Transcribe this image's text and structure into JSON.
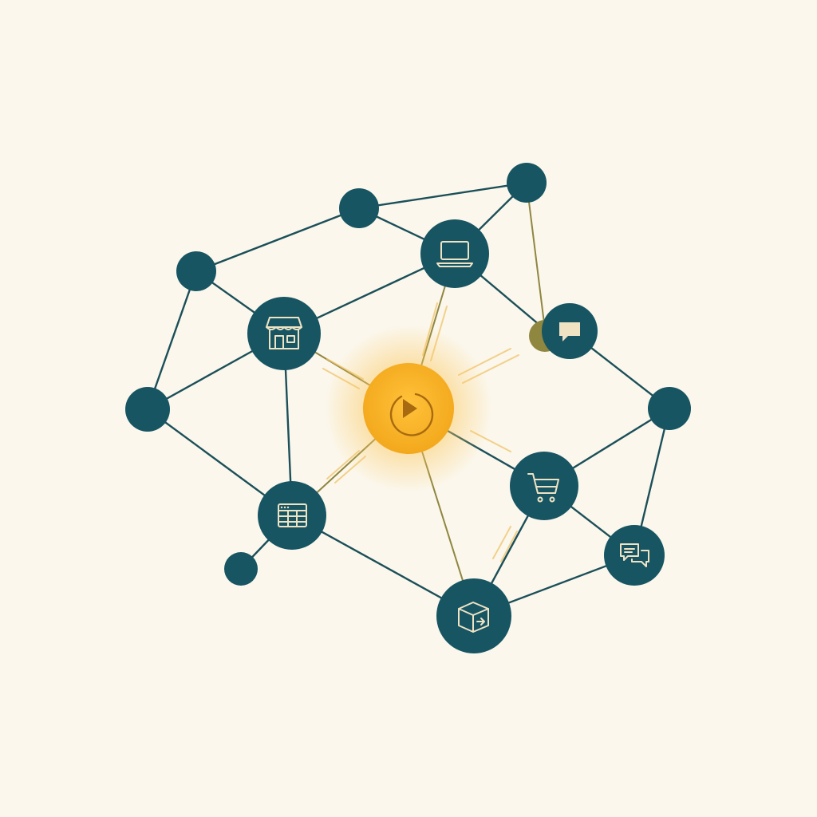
{
  "colors": {
    "background": "#fbf7ec",
    "node": "#175563",
    "edge": "#1b4f59",
    "hub": "#f5ac1f",
    "hub_glow": "#fbc860",
    "accent_node": "#8f8640",
    "icon_stroke": "#efe3c4"
  },
  "hub": {
    "icon": "play-icon"
  },
  "nodes": [
    {
      "id": "top-right-dot",
      "icon": null
    },
    {
      "id": "top-dot",
      "icon": null
    },
    {
      "id": "left-upper-dot",
      "icon": null
    },
    {
      "id": "laptop",
      "icon": "laptop-icon"
    },
    {
      "id": "store",
      "icon": "storefront-icon"
    },
    {
      "id": "chat",
      "icon": "chat-bubble-icon"
    },
    {
      "id": "left-dot",
      "icon": null
    },
    {
      "id": "right-dot",
      "icon": null
    },
    {
      "id": "cart",
      "icon": "shopping-cart-icon"
    },
    {
      "id": "table",
      "icon": "table-icon"
    },
    {
      "id": "messages",
      "icon": "messages-icon"
    },
    {
      "id": "small-dot",
      "icon": null
    },
    {
      "id": "package",
      "icon": "package-icon"
    }
  ]
}
